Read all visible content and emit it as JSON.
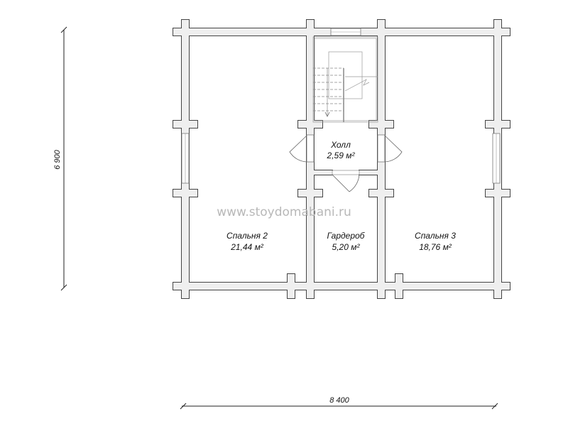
{
  "plan": {
    "watermark": "www.stoydomabani.ru",
    "dimension_height": "6 900",
    "dimension_width": "8 400",
    "rooms": [
      {
        "name": "Холл",
        "area": "2,59 м²"
      },
      {
        "name": "Спальня 2",
        "area": "21,44 м²"
      },
      {
        "name": "Гардероб",
        "area": "5,20 м²"
      },
      {
        "name": "Спальня 3",
        "area": "18,76 м²"
      }
    ]
  }
}
